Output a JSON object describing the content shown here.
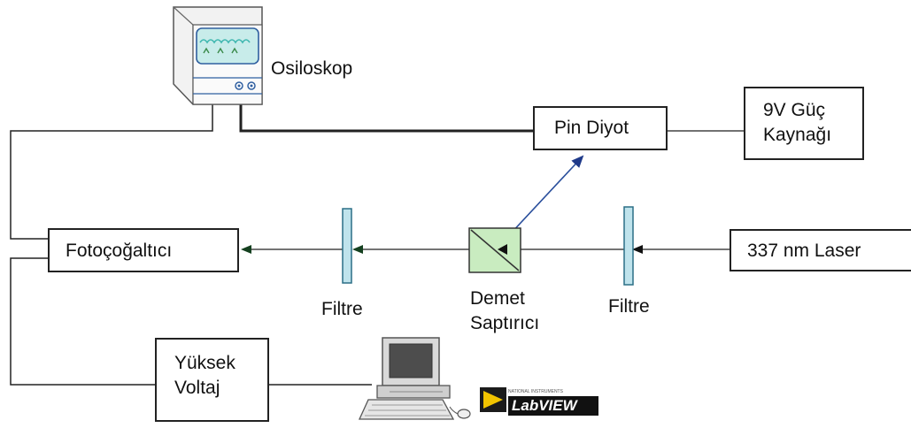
{
  "components": {
    "oscilloscope": "Osiloskop",
    "pin_diode": "Pin Diyot",
    "power_supply": [
      "9V Güç",
      "Kaynağı"
    ],
    "photomultiplier": "Fotoçoğaltıcı",
    "filter_left": "Filtre",
    "beam_splitter": [
      "Demet",
      "Saptırıcı"
    ],
    "filter_right": "Filtre",
    "laser": "337 nm Laser",
    "high_voltage": [
      "Yüksek",
      "Voltaj"
    ]
  },
  "logo": {
    "maker": "NATIONAL INSTRUMENTS",
    "product": "LabVIEW"
  },
  "colors": {
    "beam_arrow": "#1f3a5f",
    "reflected_arrow": "#2a4f9c",
    "filter_fill": "#bfe3ec",
    "splitter_fill": "#c9ecc0",
    "scope_screen": "#c8ecea",
    "scope_wave": "#3fb7b0"
  }
}
